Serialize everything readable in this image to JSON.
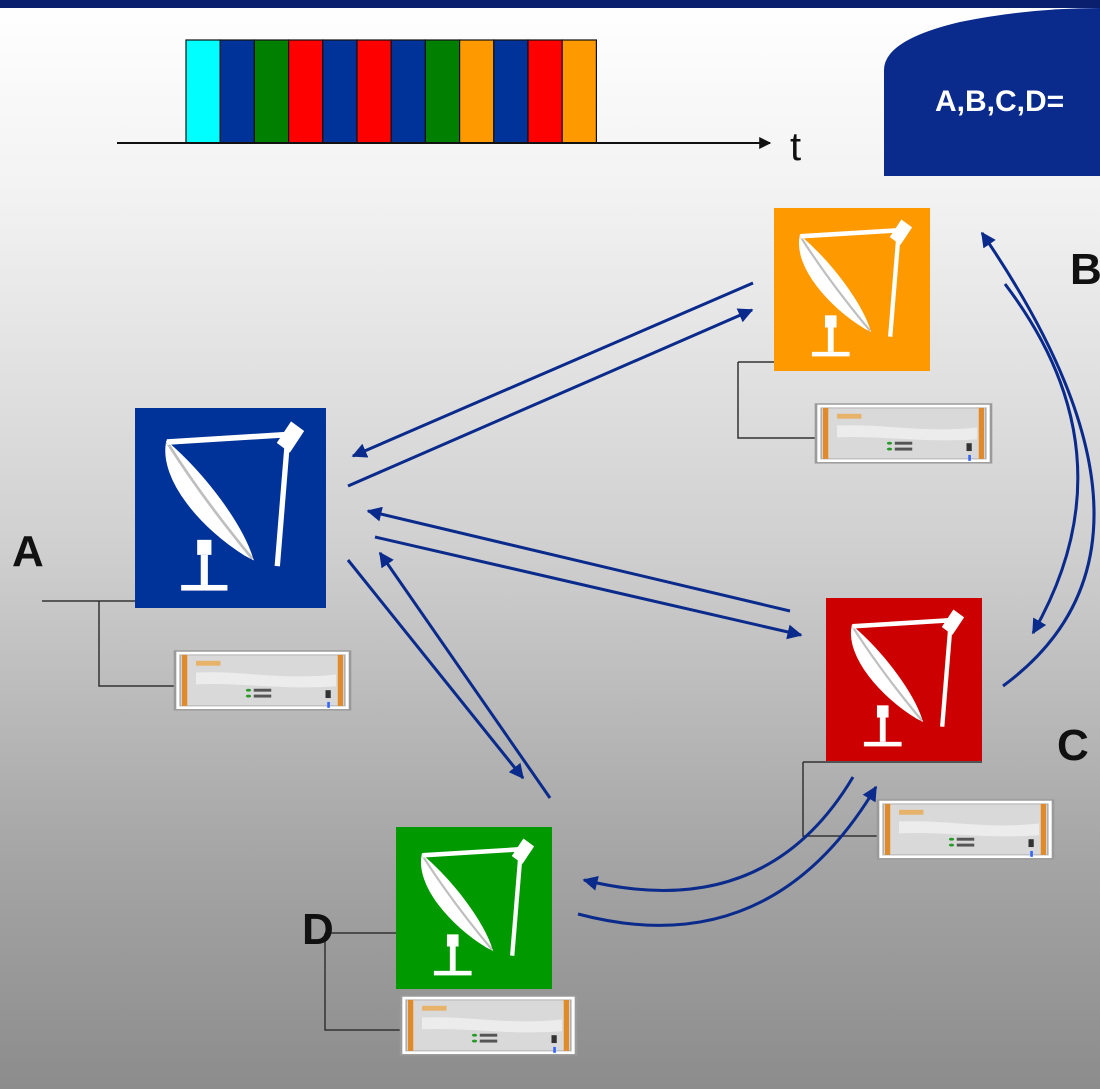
{
  "colors": {
    "top_bar": "#0a1f6e",
    "arrow": "#0a2a8c",
    "station_a": "#003399",
    "station_b": "#ff9900",
    "station_c": "#cc0000",
    "station_d": "#009900",
    "slot_cyan": "#00ffff",
    "slot_blue": "#003399",
    "slot_green": "#007f00",
    "slot_red": "#ff0000",
    "slot_orange": "#ff9900",
    "banner": "#0a2a8c"
  },
  "timeline": {
    "axis_label": "t",
    "slots": [
      "cyan",
      "blue",
      "green",
      "red",
      "blue",
      "red",
      "blue",
      "green",
      "orange",
      "blue",
      "red",
      "orange"
    ]
  },
  "banner": {
    "text": "A,B,C,D="
  },
  "stations": [
    {
      "id": "A",
      "label": "A",
      "color_key": "station_a",
      "icons": [
        "satellite-dish-icon",
        "modem-unit-icon"
      ]
    },
    {
      "id": "B",
      "label": "B",
      "color_key": "station_b",
      "icons": [
        "satellite-dish-icon",
        "modem-unit-icon"
      ]
    },
    {
      "id": "C",
      "label": "C",
      "color_key": "station_c",
      "icons": [
        "satellite-dish-icon",
        "modem-unit-icon"
      ]
    },
    {
      "id": "D",
      "label": "D",
      "color_key": "station_d",
      "icons": [
        "satellite-dish-icon",
        "modem-unit-icon"
      ]
    }
  ],
  "links": [
    {
      "from": "A",
      "to": "B",
      "bidirectional": true
    },
    {
      "from": "A",
      "to": "C",
      "bidirectional": true
    },
    {
      "from": "A",
      "to": "D",
      "bidirectional": true
    },
    {
      "from": "B",
      "to": "C",
      "bidirectional": true
    },
    {
      "from": "C",
      "to": "D",
      "bidirectional": true
    }
  ]
}
